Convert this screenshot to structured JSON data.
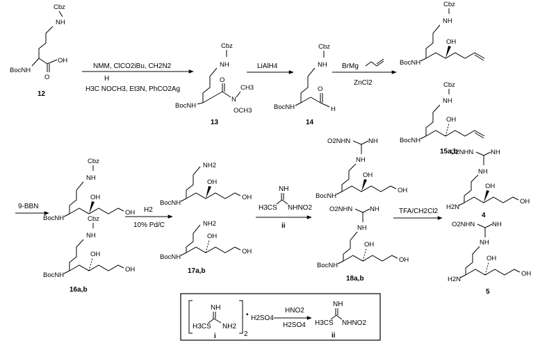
{
  "compounds": {
    "c12": {
      "number": "12",
      "cbz": "Cbz",
      "nh": "NH",
      "bocnh": "BocNH",
      "oh": "OH",
      "o": "O"
    },
    "c13": {
      "number": "13",
      "cbz": "Cbz",
      "nh": "NH",
      "bocnh": "BocNH",
      "o": "O",
      "n": "N",
      "ch3": "CH3",
      "och3": "OCH3"
    },
    "c14": {
      "number": "14",
      "cbz": "Cbz",
      "nh": "NH",
      "bocnh": "BocNH",
      "o": "O",
      "h": "H"
    },
    "c15": {
      "number": "15a,b",
      "cbz": "Cbz",
      "nh": "NH",
      "bocnh": "BocNH",
      "oh": "OH"
    },
    "c16": {
      "number": "16a,b",
      "cbz": "Cbz",
      "nh": "NH",
      "bocnh": "BocNH",
      "oh": "OH"
    },
    "c17": {
      "number": "17a,b",
      "nh2": "NH2",
      "bocnh": "BocNH",
      "oh": "OH"
    },
    "c18": {
      "number": "18a,b",
      "o2nhn": "O2NHN",
      "nh": "NH",
      "bocnh": "BocNH",
      "oh": "OH"
    },
    "c4": {
      "number": "4",
      "o2nhn": "O2NHN",
      "nh": "NH",
      "h2n": "H2N",
      "oh": "OH"
    },
    "c5": {
      "number": "5",
      "o2nhn": "O2NHN",
      "nh": "NH",
      "h2n": "H2N",
      "oh": "OH"
    }
  },
  "reagents": {
    "step1_top": "NMM, ClCO2iBu, CH2N2",
    "step1_h": "H",
    "step1_bottom": "H3C NOCH3, Et3N, PhCO2Ag",
    "step2": "LiAlH4",
    "step3_grignard": "BrMg",
    "step3_bottom": "ZnCl2",
    "step4": "9-BBN",
    "step5_top": "H2",
    "step5_bottom": "10% Pd/C",
    "step6_nh": "NH",
    "step6_h3cs": "H3CS",
    "step6_nhno2": "NHNO2",
    "step6_label": "ii",
    "step7": "TFA/CH2Cl2"
  },
  "box": {
    "i_nh": "NH",
    "i_h3cs": "H3CS",
    "i_nh2": "NH2",
    "i_sub": "2",
    "i_label": "i",
    "dot": "•",
    "h2so4": "H2SO4",
    "arrow_top": "HNO2",
    "arrow_bottom": "H2SO4",
    "ii_nh": "NH",
    "ii_h3cs": "H3CS",
    "ii_nhno2": "NHNO2",
    "ii_label": "ii"
  }
}
